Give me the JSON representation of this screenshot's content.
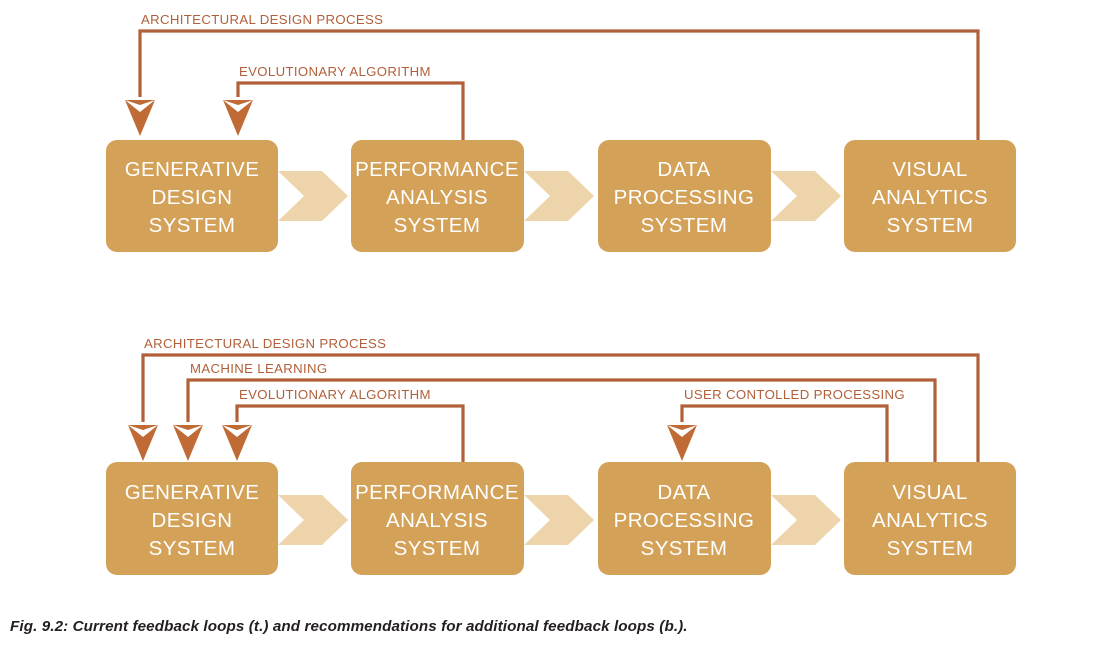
{
  "figure": {
    "caption": "Fig. 9.2: Current feedback loops (t.) and recommendations for additional feedback loops (b.)."
  },
  "colors": {
    "box_fill": "#d3a158",
    "connector_fill": "#eed4ab",
    "line_stroke": "#b1603a",
    "arrow_fill": "#c06a36",
    "box_text": "#ffffff",
    "label_text": "#b1603a",
    "caption_text": "#231f20",
    "background": "#ffffff"
  },
  "diagrams": [
    {
      "id": "top-diagram",
      "name": "current-feedback-loops",
      "boxes": [
        {
          "id": "gen-design",
          "lines": [
            "GENERATIVE",
            "DESIGN",
            "SYSTEM"
          ]
        },
        {
          "id": "perf-analysis",
          "lines": [
            "PERFORMANCE",
            "ANALYSIS",
            "SYSTEM"
          ]
        },
        {
          "id": "data-processing",
          "lines": [
            "DATA",
            "PROCESSING",
            "SYSTEM"
          ]
        },
        {
          "id": "visual-analytics",
          "lines": [
            "VISUAL",
            "ANALYTICS",
            "SYSTEM"
          ]
        }
      ],
      "feedback_labels": [
        {
          "id": "adp-top",
          "text": "ARCHITECTURAL DESIGN PROCESS",
          "from": "visual-analytics",
          "to": "gen-design"
        },
        {
          "id": "ea-top",
          "text": "EVOLUTIONARY ALGORITHM",
          "from": "perf-analysis",
          "to": "gen-design"
        }
      ]
    },
    {
      "id": "bottom-diagram",
      "name": "recommended-feedback-loops",
      "boxes": [
        {
          "id": "gen-design-b",
          "lines": [
            "GENERATIVE",
            "DESIGN",
            "SYSTEM"
          ]
        },
        {
          "id": "perf-analysis-b",
          "lines": [
            "PERFORMANCE",
            "ANALYSIS",
            "SYSTEM"
          ]
        },
        {
          "id": "data-processing-b",
          "lines": [
            "DATA",
            "PROCESSING",
            "SYSTEM"
          ]
        },
        {
          "id": "visual-analytics-b",
          "lines": [
            "VISUAL",
            "ANALYTICS",
            "SYSTEM"
          ]
        }
      ],
      "feedback_labels": [
        {
          "id": "adp-bottom",
          "text": "ARCHITECTURAL DESIGN PROCESS",
          "from": "visual-analytics-b",
          "to": "gen-design-b"
        },
        {
          "id": "ml-bottom",
          "text": "MACHINE LEARNING",
          "from": "visual-analytics-b",
          "to": "gen-design-b"
        },
        {
          "id": "ea-bottom",
          "text": "EVOLUTIONARY ALGORITHM",
          "from": "perf-analysis-b",
          "to": "gen-design-b"
        },
        {
          "id": "ucp-bottom",
          "text": "USER CONTOLLED PROCESSING",
          "from": "visual-analytics-b",
          "to": "data-processing-b"
        }
      ]
    }
  ]
}
